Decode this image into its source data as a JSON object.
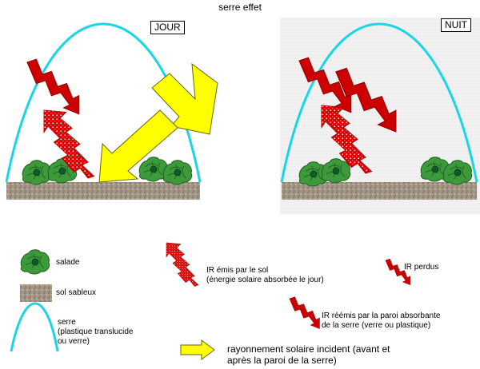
{
  "title": "serre effet",
  "panels": {
    "day_label": "JOUR",
    "night_label": "NUIT"
  },
  "legend": {
    "salad": "salade",
    "sandy_soil": "sol sableux",
    "greenhouse": "serre\n(plastique translucide\nou verre)",
    "ir_emitted": "IR émis par le sol\n(énergie solaire absorbée le jour)",
    "ir_lost": "IR perdus",
    "ir_reemitted": "IR réémis par la paroi absorbante\nde la serre (verre ou plastique)",
    "solar": "rayonnement solaire incident (avant et\naprès la paroi de la serre)"
  },
  "colors": {
    "greenhouse_arc": "#19d6e6",
    "solar_arrow": "#ffff00",
    "ir_arrow": "#cc0000",
    "salad": "#2e8a2e",
    "soil": "#a0958a",
    "night_bg": "#ececec"
  }
}
